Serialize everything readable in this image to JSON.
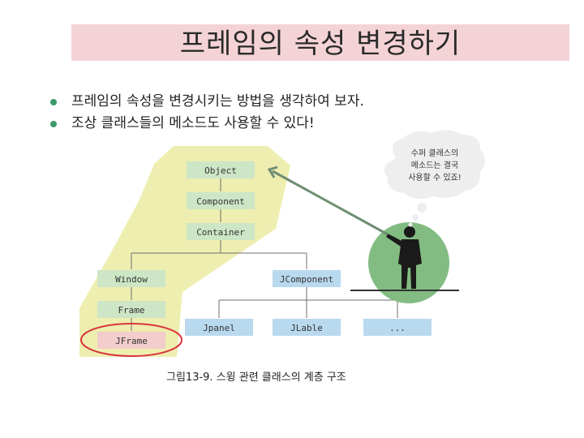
{
  "title": "프레임의 속성 변경하기",
  "bullets": [
    "프레임의 속성을 변경시키는 방법을 생각하여 보자.",
    "조상 클래스들의 메소드도 사용할 수 있다!"
  ],
  "diagram": {
    "nodes": {
      "object": "Object",
      "component": "Component",
      "container": "Container",
      "window": "Window",
      "frame": "Frame",
      "jframe": "JFrame",
      "jcomponent": "JComponent",
      "jpanel": "Jpanel",
      "jlable": "JLable",
      "ellipsis": "..."
    },
    "bubble_lines": [
      "수퍼 클래스의",
      "메소드는 결국",
      "사용할 수 있죠!"
    ],
    "caption": "그림13-9. 스윙 관련 클래스의 계층 구조"
  },
  "colors": {
    "title_bg": "#f4d3d6",
    "highlight_region": "#eeeeb0",
    "green_box": "#cde6c6",
    "blue_box": "#b9d9ee",
    "jframe_box": "#f3cccc",
    "red_ellipse": "#d9363e",
    "green_circle": "#82bc82",
    "bullet": "#3d9a6a"
  }
}
